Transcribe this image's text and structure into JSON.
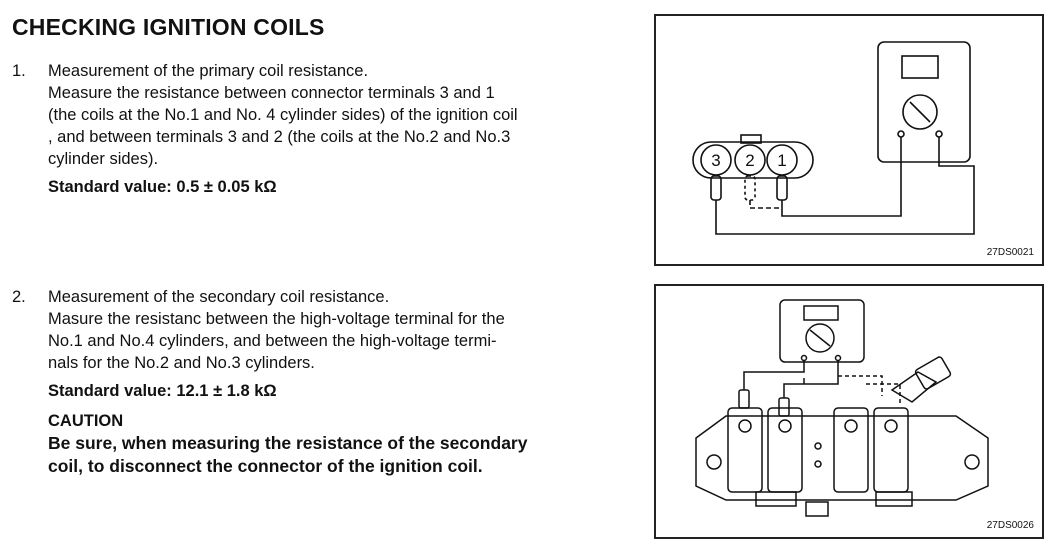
{
  "title": "CHECKING IGNITION COILS",
  "step1": {
    "number": "1.",
    "heading": "Measurement of the primary coil resistance.",
    "lines": [
      "Measure the resistance between connector terminals 3 and 1",
      "(the coils at the No.1 and No. 4 cylinder sides) of the ignition coil",
      ", and between terminals 3 and 2 (the coils at the No.2 and No.3",
      "cylinder sides)."
    ],
    "standard": "Standard value: 0.5 ± 0.05  kΩ"
  },
  "step2": {
    "number": "2.",
    "heading": "Measurement of the secondary coil resistance.",
    "lines": [
      "Masure the resistanc between the high-voltage terminal for the",
      "No.1 and No.4 cylinders, and between the high-voltage termi-",
      "nals for the No.2 and No.3 cylinders."
    ],
    "standard": "Standard value: 12.1 ± 1.8 kΩ",
    "caution_label": "CAUTION",
    "caution_lines": [
      "Be sure, when measuring the resistance of the secondary",
      "coil, to disconnect the connector of the ignition coil."
    ]
  },
  "figure1": {
    "code": "27DS0021",
    "terminals": [
      "3",
      "2",
      "1"
    ]
  },
  "figure2": {
    "code": "27DS0026"
  }
}
